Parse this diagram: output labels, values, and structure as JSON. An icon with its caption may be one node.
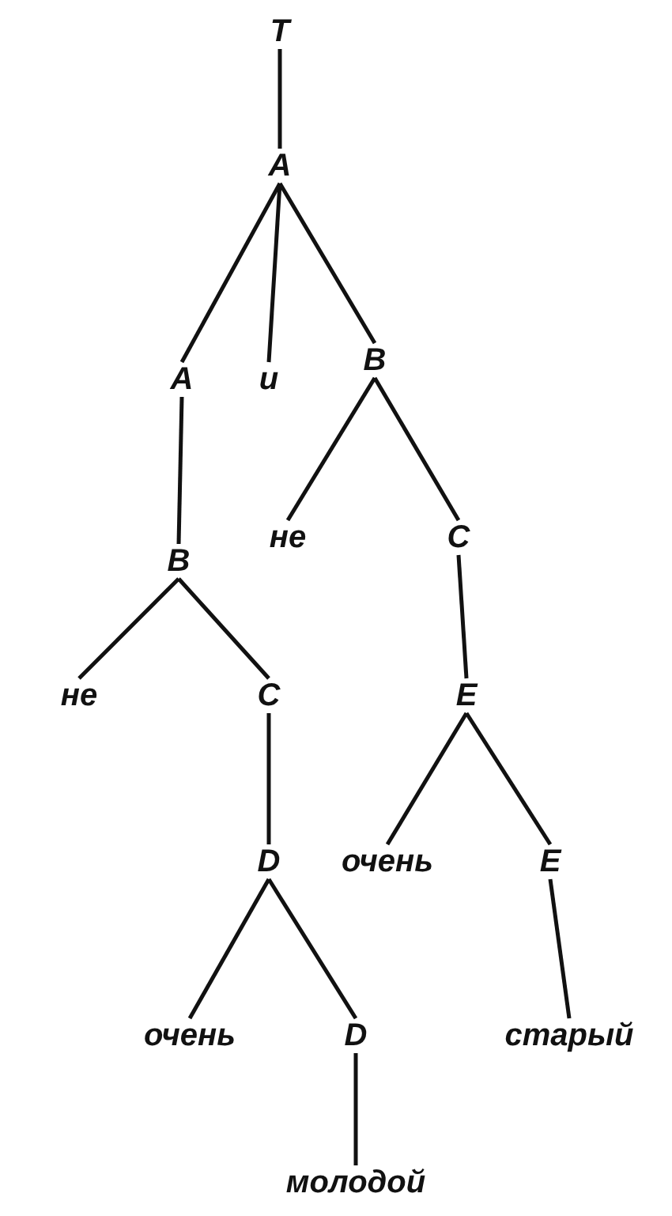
{
  "diagram": {
    "nodes": [
      {
        "text": [
          "T"
        ]
      },
      {
        "text": [
          "A"
        ]
      },
      {
        "text": [
          "A"
        ]
      },
      {
        "text": [
          "и"
        ]
      },
      {
        "text": [
          "B"
        ]
      },
      {
        "text": [
          "B"
        ]
      },
      {
        "text": [
          "не"
        ]
      },
      {
        "text": [
          "C"
        ]
      },
      {
        "text": [
          "не"
        ]
      },
      {
        "text": [
          "C"
        ]
      },
      {
        "text": [
          "E"
        ]
      },
      {
        "text": [
          "D"
        ]
      },
      {
        "text": [
          "очень"
        ]
      },
      {
        "text": [
          "E"
        ]
      },
      {
        "text": [
          "очень"
        ]
      },
      {
        "text": [
          "D"
        ]
      },
      {
        "text": [
          "старый"
        ]
      },
      {
        "text": [
          "молодой"
        ]
      }
    ],
    "edges": [
      {
        "from": 0,
        "to": 1,
        "arrow": "none"
      },
      {
        "from": 1,
        "to": 2,
        "arrow": "none"
      },
      {
        "from": 1,
        "to": 3,
        "arrow": "none"
      },
      {
        "from": 1,
        "to": 4,
        "arrow": "none"
      },
      {
        "from": 2,
        "to": 5,
        "arrow": "none"
      },
      {
        "from": 4,
        "to": 6,
        "arrow": "none"
      },
      {
        "from": 4,
        "to": 7,
        "arrow": "none"
      },
      {
        "from": 5,
        "to": 8,
        "arrow": "none"
      },
      {
        "from": 5,
        "to": 9,
        "arrow": "none"
      },
      {
        "from": 7,
        "to": 10,
        "arrow": "none"
      },
      {
        "from": 9,
        "to": 11,
        "arrow": "none"
      },
      {
        "from": 10,
        "to": 12,
        "arrow": "none"
      },
      {
        "from": 10,
        "to": 13,
        "arrow": "none"
      },
      {
        "from": 11,
        "to": 14,
        "arrow": "none"
      },
      {
        "from": 11,
        "to": 15,
        "arrow": "none"
      },
      {
        "from": 13,
        "to": 16,
        "arrow": "none"
      },
      {
        "from": 15,
        "to": 17,
        "arrow": "none"
      }
    ]
  }
}
